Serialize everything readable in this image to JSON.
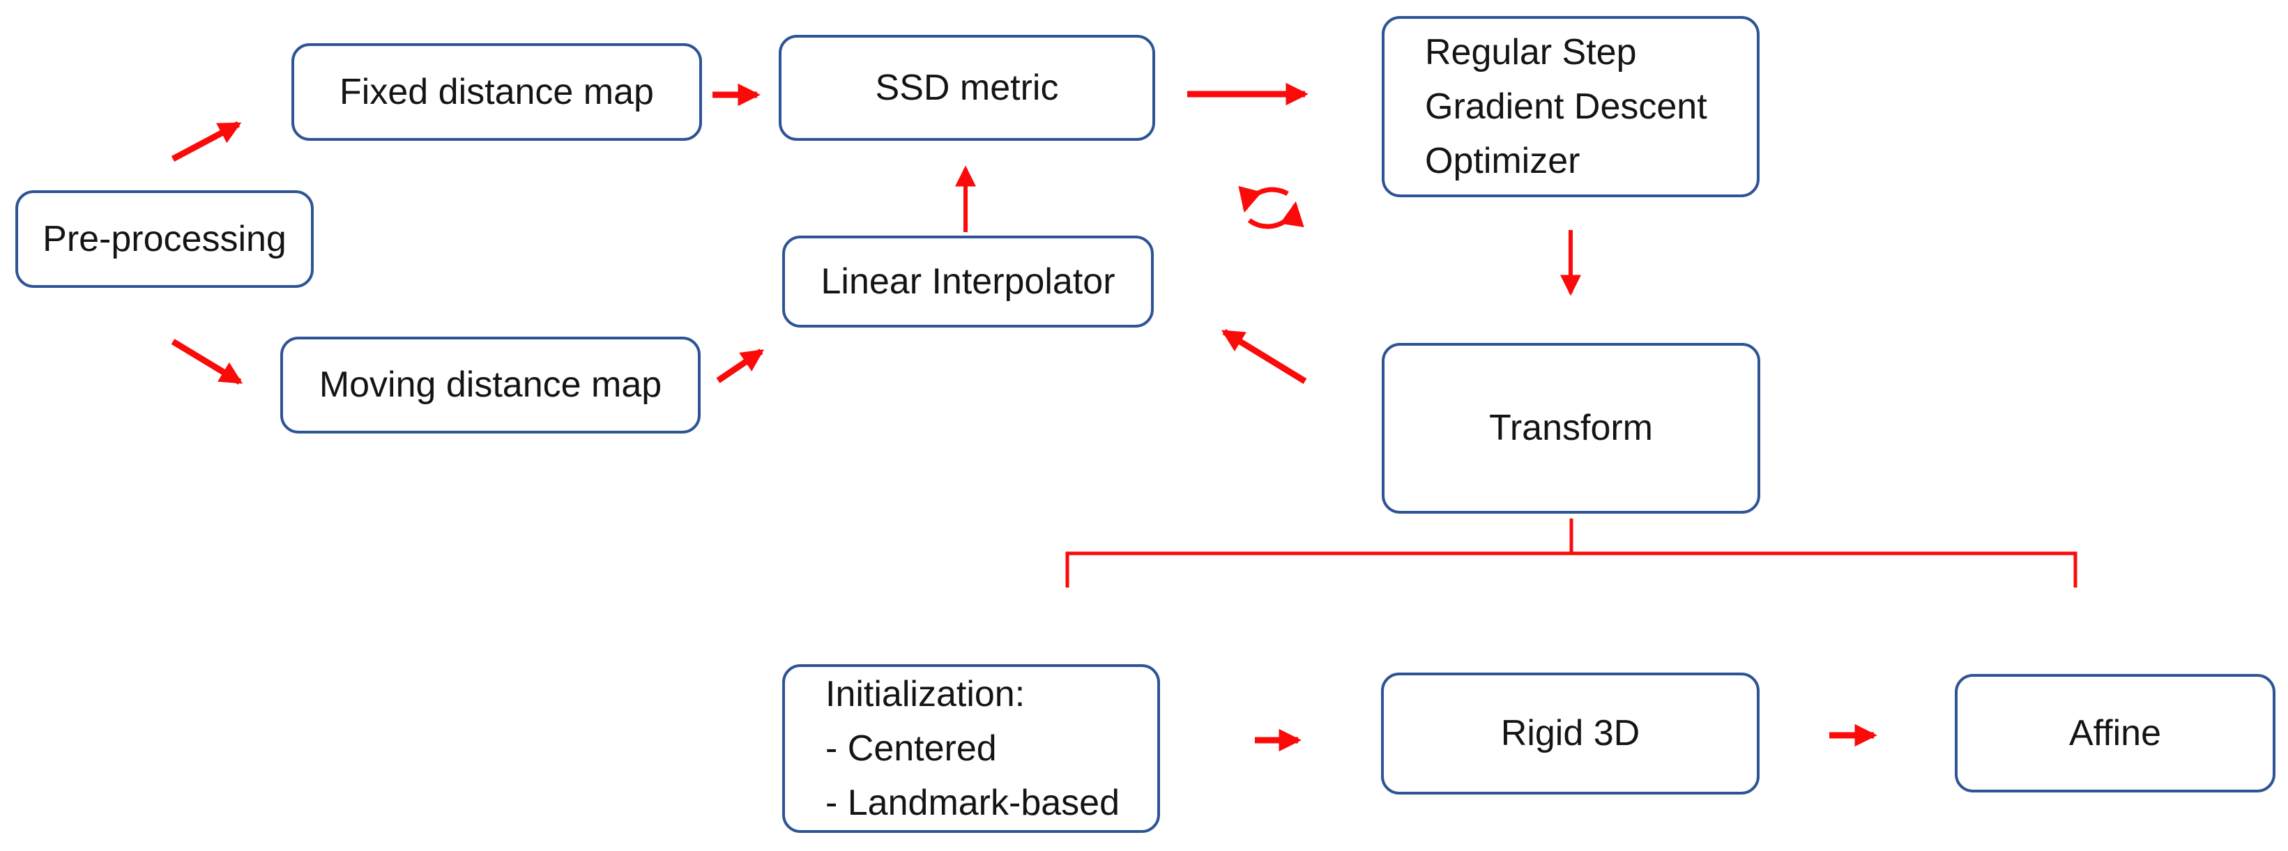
{
  "diagram": {
    "description": "Image registration pipeline flowchart",
    "colors": {
      "box-border": "#2e5496",
      "arrow": "#fb0a0a",
      "box-fill": "#ffffff",
      "text": "#141414",
      "background": "#ffffff"
    },
    "nodes": {
      "pre_processing": {
        "label": "Pre-processing"
      },
      "fixed_distance_map": {
        "label": "Fixed distance map"
      },
      "moving_distance_map": {
        "label": "Moving distance map"
      },
      "ssd_metric": {
        "label": "SSD metric"
      },
      "linear_interpolator": {
        "label": "Linear Interpolator"
      },
      "optimizer": {
        "lines": [
          "Regular Step",
          "Gradient Descent",
          "Optimizer"
        ]
      },
      "transform": {
        "label": "Transform"
      },
      "initialization": {
        "lines": [
          "Initialization:",
          "- Centered",
          "- Landmark-based"
        ]
      },
      "rigid_3d": {
        "label": "Rigid 3D"
      },
      "affine": {
        "label": "Affine"
      }
    },
    "icons": {
      "cycle": "cycle-arrows-icon (iterative loop between metric, optimizer, transform, interpolator)"
    },
    "edges": [
      {
        "from": "pre_processing",
        "to": "fixed_distance_map",
        "style": "diagonal-arrow"
      },
      {
        "from": "pre_processing",
        "to": "moving_distance_map",
        "style": "diagonal-arrow"
      },
      {
        "from": "fixed_distance_map",
        "to": "ssd_metric",
        "style": "straight-arrow"
      },
      {
        "from": "moving_distance_map",
        "to": "linear_interpolator",
        "style": "diagonal-arrow"
      },
      {
        "from": "linear_interpolator",
        "to": "ssd_metric",
        "style": "straight-arrow"
      },
      {
        "from": "ssd_metric",
        "to": "optimizer",
        "style": "straight-arrow"
      },
      {
        "from": "optimizer",
        "to": "transform",
        "style": "straight-arrow"
      },
      {
        "from": "transform",
        "to": "linear_interpolator",
        "style": "diagonal-arrow"
      },
      {
        "from": "transform",
        "to": "initialization",
        "style": "bracket-branch"
      },
      {
        "from": "transform",
        "to": "affine",
        "style": "bracket-branch"
      },
      {
        "from": "initialization",
        "to": "rigid_3d",
        "style": "straight-arrow"
      },
      {
        "from": "rigid_3d",
        "to": "affine",
        "style": "straight-arrow"
      }
    ]
  }
}
